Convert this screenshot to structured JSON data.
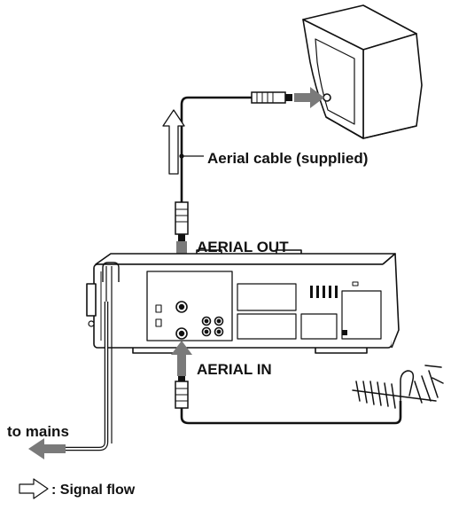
{
  "labels": {
    "aerial_cable": "Aerial cable (supplied)",
    "aerial_out": "AERIAL OUT",
    "aerial_in": "AERIAL IN",
    "to_mains": "to mains",
    "legend": ": Signal flow"
  },
  "colors": {
    "line": "#111111",
    "flow_arrow": "#7a7a7a",
    "background": "#ffffff"
  },
  "icons": {
    "tv": "television-icon",
    "vcr": "video-recorder-icon",
    "antenna": "antenna-icon",
    "signal_flow": "outline-arrow-icon"
  }
}
